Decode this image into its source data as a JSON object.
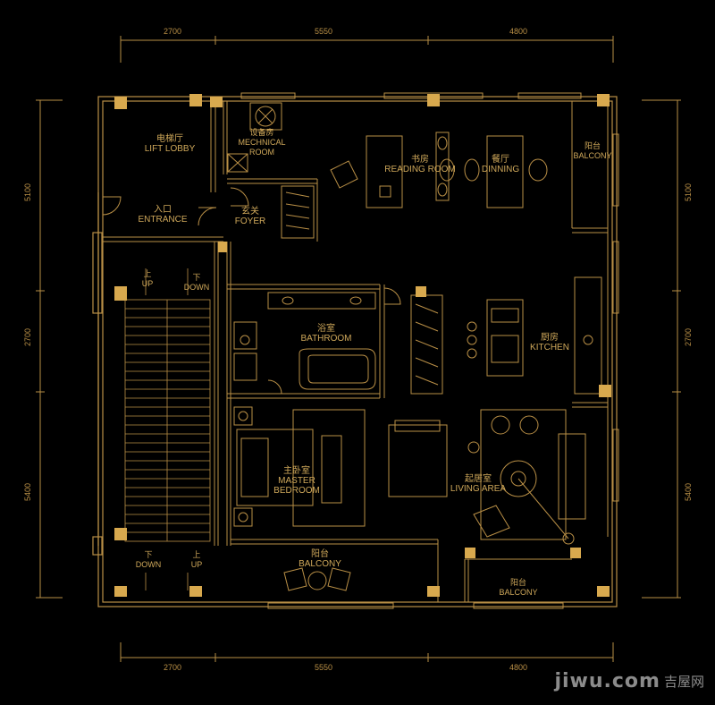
{
  "dimensions": {
    "top": [
      "2700",
      "5550",
      "4800"
    ],
    "bottom": [
      "2700",
      "5550",
      "4800"
    ],
    "left": [
      "5100",
      "2700",
      "5400"
    ],
    "right": [
      "5100",
      "2700",
      "5400"
    ]
  },
  "rooms": {
    "lift_lobby": {
      "cn": "电梯厅",
      "en": "LIFT LOBBY"
    },
    "mechanical_room": {
      "cn": "设备房",
      "en1": "MECHNICAL",
      "en2": "ROOM"
    },
    "reading_room": {
      "cn": "书房",
      "en": "READING ROOM"
    },
    "dining": {
      "cn": "餐厅",
      "en": "DINNING"
    },
    "balcony_ne": {
      "cn": "阳台",
      "en": "BALCONY"
    },
    "entrance": {
      "cn": "入口",
      "en": "ENTRANCE"
    },
    "foyer": {
      "cn": "玄关",
      "en": "FOYER"
    },
    "bathroom": {
      "cn": "浴室",
      "en": "BATHROOM"
    },
    "kitchen": {
      "cn": "厨房",
      "en": "KITCHEN"
    },
    "master_bedroom": {
      "cn": "主卧室",
      "en1": "MASTER",
      "en2": "BEDROOM"
    },
    "living_area": {
      "cn": "起居室",
      "en": "LIVING AREA"
    },
    "balcony_s": {
      "cn": "阳台",
      "en": "BALCONY"
    },
    "balcony_se": {
      "cn": "阳台",
      "en": "BALCONY"
    }
  },
  "stairs": {
    "up_cn": "上",
    "up_en": "UP",
    "down_cn": "下",
    "down_en": "DOWN"
  },
  "watermark": {
    "cn": "吉屋网",
    "en": "jiwu.com"
  },
  "colors": {
    "line": "#b98f46",
    "text": "#cfa85a",
    "column": "#d8a94e",
    "background": "#000000"
  }
}
